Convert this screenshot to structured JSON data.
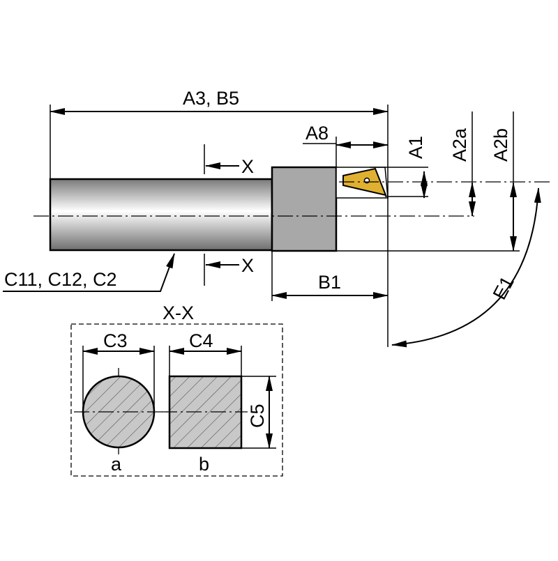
{
  "labels": {
    "overall_length": "A3, B5",
    "a8": "A8",
    "a1": "A1",
    "a2a": "A2a",
    "a2b": "A2b",
    "section_mark_top": "X",
    "section_mark_bottom": "X",
    "shank_codes": "C11, C12, C2",
    "b1": "B1",
    "e1": "E1",
    "section_title": "X-X",
    "c3": "C3",
    "c4": "C4",
    "c5": "C5",
    "variant_a": "a",
    "variant_b": "b"
  },
  "colors": {
    "shank_dark": "#7a7a7a",
    "shank_light": "#ffffff",
    "head": "#a8a8a8",
    "insert": "#e0b030",
    "section_fill": "#c8c8c8"
  }
}
